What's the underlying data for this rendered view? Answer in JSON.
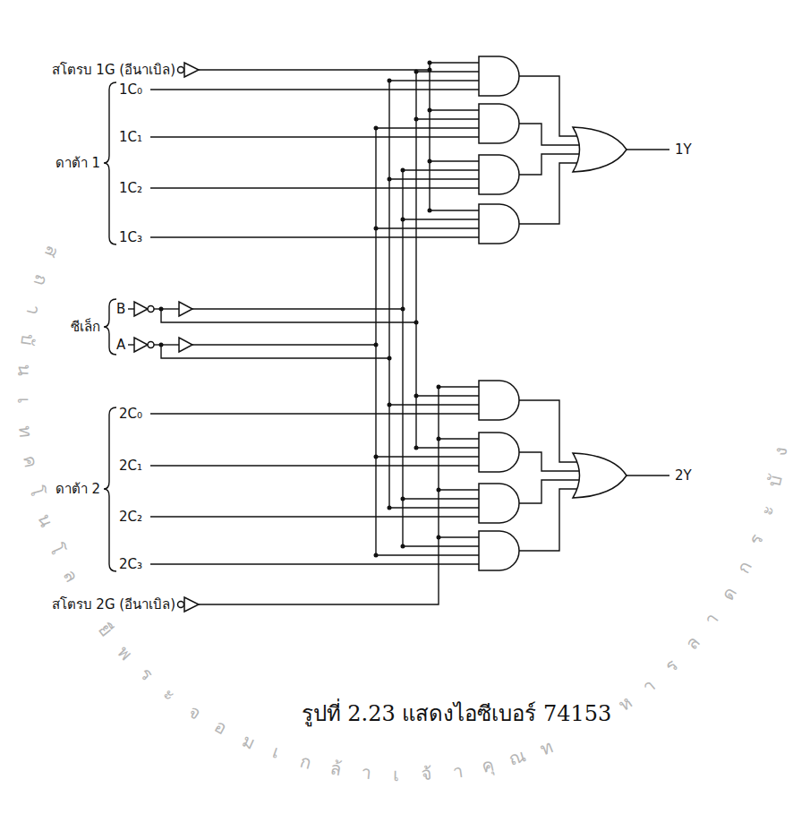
{
  "diagram": {
    "caption": "รูปที่ 2.23 แสดงไอซีเบอร์ 74153",
    "labels": [
      "สโตรบ 1G (อีนาเบิล)",
      "ดาต้า 1",
      "1C₀",
      "1C₁",
      "1C₂",
      "1C₃",
      "ซีเล็ก",
      "B",
      "A",
      "ดาต้า 2",
      "2C₀",
      "2C₁",
      "2C₂",
      "2C₃",
      "สโตรบ 2G (อีนาเบิล)",
      "1Y",
      "2Y",
      "สถาบันเทคโนโลยีพระจอมเกล้าเจ้าคุณทหารลาดกระบัง"
    ]
  }
}
